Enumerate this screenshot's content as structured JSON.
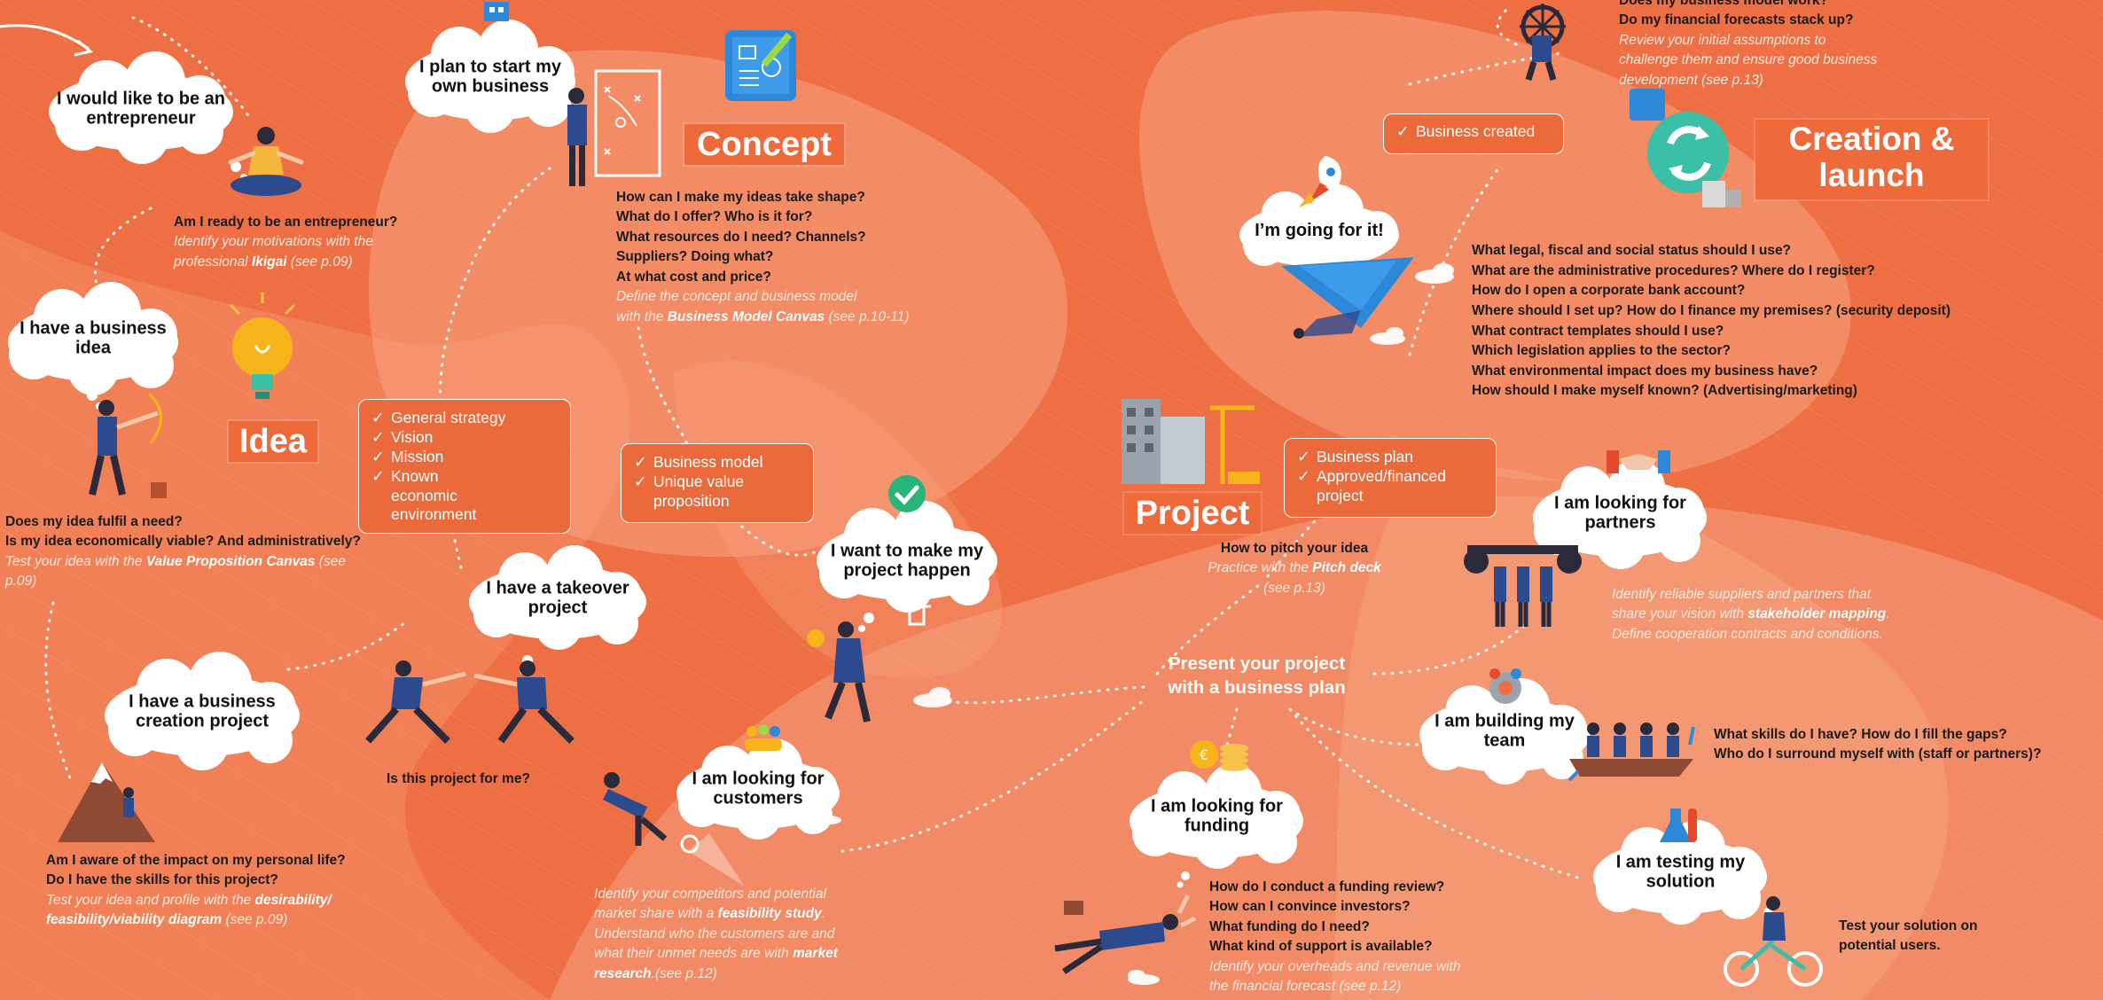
{
  "clouds": {
    "entrepreneur": "I would like to be an entrepreneur",
    "plan": "I plan to start my own business",
    "going": "I’m going for it!",
    "idea": "I have a business idea",
    "takeover": "I have a takeover project",
    "want": "I want to make my project happen",
    "creation": "I have a business creation project",
    "customers": "I am looking for customers",
    "funding": "I am looking for funding",
    "partners": "I am looking for partners",
    "team": "I am building my team",
    "testing": "I am testing my solution"
  },
  "titles": {
    "concept": "Concept",
    "creation_line1": "Creation &",
    "creation_line2": "launch",
    "idea": "Idea",
    "project": "Project"
  },
  "boxes": {
    "business_created": "Business created",
    "strategy": [
      "General strategy",
      "Vision",
      "Mission",
      "Known economic environment"
    ],
    "model": [
      "Business model",
      "Unique value proposition"
    ],
    "plan": [
      "Business plan",
      "Approved/financed project"
    ]
  },
  "check_mark": "✓",
  "present": "Present your project with a business plan",
  "texts": {
    "ready_q": "Am I ready to be an entrepreneur?",
    "ready_n1": "Identify your motivations with the",
    "ready_n2": "professional",
    "ready_b": "Ikigai",
    "ready_r": "(see p.09)",
    "concept_q1": "How can I make my ideas take shape?",
    "concept_q2": "What do I offer? Who is it for?",
    "concept_q3": "What resources do I need? Channels?",
    "concept_q4": "Suppliers? Doing what?",
    "concept_q5": "At what cost and price?",
    "concept_n1": "Define the concept and business model",
    "concept_n2": "with the",
    "concept_b": "Business Model Canvas",
    "concept_r": "(see p.10-11)",
    "top_q1": "Does my business model work?",
    "top_q2": "Do my financial forecasts stack up?",
    "top_n1": "Review your initial assumptions to",
    "top_n2": "challenge them and ensure good business",
    "top_n3": "development (see p.13)",
    "legal": [
      "What legal, fiscal and social status should I use?",
      "What are the administrative procedures? Where do I register?",
      "How do I open a corporate bank account?",
      "Where should I set up? How do I finance my premises? (security deposit)",
      "What contract templates should I use?",
      "Which legislation applies to the sector?",
      "What environmental impact does my business have?",
      "How should I make myself known? (Advertising/marketing)"
    ],
    "idea_q1": "Does my idea fulfil a need?",
    "idea_q2": "Is my idea economically viable? And administratively?",
    "idea_n1": "Test your idea with the",
    "idea_b": "Value Proposition Canvas",
    "idea_r1": "(see",
    "idea_r2": "p.09)",
    "pitch_q": "How to pitch your idea",
    "pitch_n": "Practice with the",
    "pitch_b": "Pitch deck",
    "pitch_r": "(see p.13)",
    "partners_n1": "Identify reliable suppliers and partners that",
    "partners_n2": "share your vision with",
    "partners_b": "stakeholder mapping",
    "partners_n3": "Define cooperation contracts and conditions.",
    "forme_q": "Is this project for me?",
    "skills_q1": "What skills do I have? How do I fill the gaps?",
    "skills_q2": "Who do I surround myself with (staff or partners)?",
    "life_q1": "Am I aware of the impact on my personal life?",
    "life_q2": "Do I have the skills for this project?",
    "life_n1": "Test your idea and profile with the",
    "life_b1": "desirability/",
    "life_b2": "feasibility/viability diagram",
    "life_r": "(see p.09)",
    "comp_n1": "Identify your competitors and potential",
    "comp_n2": "market share with a",
    "comp_b1": "feasibility study",
    "comp_n3": "Understand who the customers are and",
    "comp_n4": "what their unmet needs are with",
    "comp_b2": "market",
    "comp_b3": "research",
    "comp_r": "(see p.12)",
    "fund_q1": "How do I conduct a funding review?",
    "fund_q2": "How can I convince investors?",
    "fund_q3": "What funding do I need?",
    "fund_q4": "What kind of support is available?",
    "fund_n1": "Identify your overheads and revenue with",
    "fund_n2": "the financial forecast (see p.12)",
    "test_q1": "Test your solution on",
    "test_q2": "potential users."
  },
  "colors": {
    "background": "#EF6F44",
    "accent": "#EB6A3B",
    "light": "#F39574",
    "teal": "#3BBFA6"
  }
}
